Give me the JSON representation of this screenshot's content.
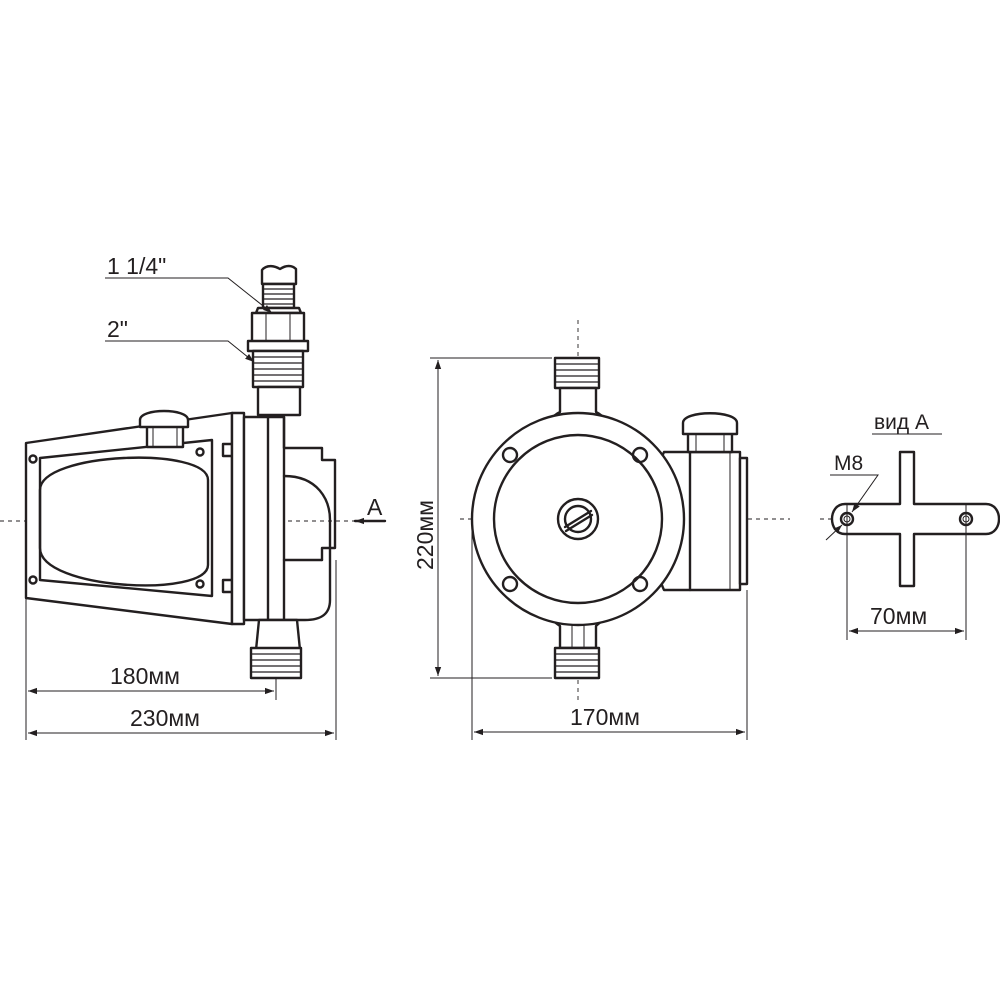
{
  "labels": {
    "thread_small": "1 1/4\"",
    "thread_large": "2\"",
    "view_arrow": "А",
    "dim_180": "180мм",
    "dim_230": "230мм",
    "dim_220": "220мм",
    "dim_170": "170мм",
    "view_title": "вид А",
    "bolt": "М8",
    "dim_70": "70мм"
  },
  "colors": {
    "line": "#231f20",
    "background": "#ffffff"
  }
}
